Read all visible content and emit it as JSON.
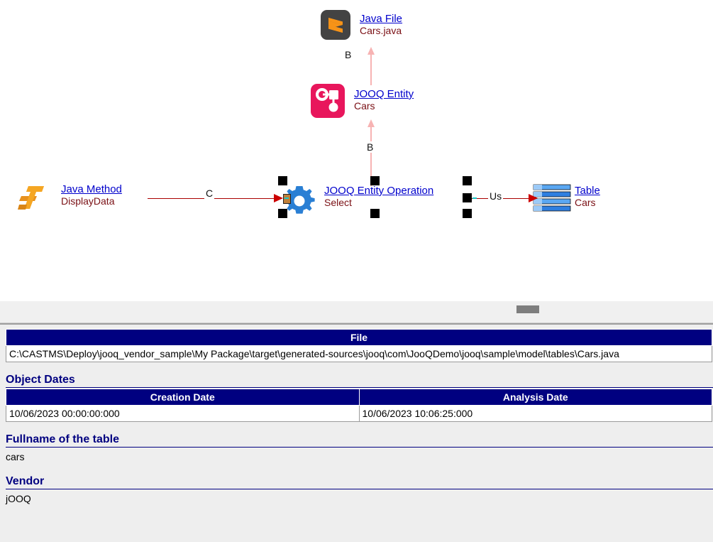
{
  "graph": {
    "nodes": [
      {
        "id": "java-file",
        "icon": "java-file-icon",
        "title": "Java File",
        "subtitle": "Cars.java"
      },
      {
        "id": "jooq-entity",
        "icon": "jooq-entity-icon",
        "title": "JOOQ Entity",
        "subtitle": "Cars"
      },
      {
        "id": "java-method",
        "icon": "java-method-icon",
        "title": "Java Method",
        "subtitle": "DisplayData"
      },
      {
        "id": "jooq-entity-operation",
        "icon": "gear-icon",
        "title": "JOOQ Entity Operation",
        "subtitle": "Select"
      },
      {
        "id": "table",
        "icon": "table-icon",
        "title": "Table",
        "subtitle": "Cars"
      }
    ],
    "edges": [
      {
        "id": "edge-c",
        "label": "C",
        "from": "java-method",
        "to": "jooq-entity-operation",
        "color": "#aa0000"
      },
      {
        "id": "edge-us",
        "label": "Us",
        "from": "jooq-entity-operation",
        "to": "table",
        "color": "#aa0000"
      },
      {
        "id": "edge-b-upper",
        "label": "B",
        "from": "jooq-entity",
        "to": "java-file",
        "color": "#f7b3b3"
      },
      {
        "id": "edge-b-lower",
        "label": "B",
        "from": "jooq-entity-operation",
        "to": "jooq-entity",
        "color": "#f7b3b3"
      }
    ],
    "selected_node": "jooq-entity-operation"
  },
  "splitter": {
    "grip": "splitter-grip"
  },
  "details": {
    "file_table": {
      "header": "File",
      "value": "C:\\CASTMS\\Deploy\\jooq_vendor_sample\\My Package\\target\\generated-sources\\jooq\\com\\JooQDemo\\jooq\\sample\\model\\tables\\Cars.java"
    },
    "object_dates": {
      "heading": "Object Dates",
      "columns": [
        "Creation Date",
        "Analysis Date"
      ],
      "rows": [
        [
          "10/06/2023 00:00:00:000",
          "10/06/2023 10:06:25:000"
        ]
      ]
    },
    "fullname": {
      "heading": "Fullname of the table",
      "value": "cars"
    },
    "vendor": {
      "heading": "Vendor",
      "value": "jOOQ"
    }
  },
  "colors": {
    "header_blue": "#000080",
    "link_blue": "#0000cc",
    "subtitle_red": "#7a0f14",
    "edge_red": "#aa0000",
    "edge_pink": "#f7b3b3",
    "jooq_pink": "#e8165c",
    "java_orange": "#f79317",
    "table_blue": "#4a9cf0"
  }
}
